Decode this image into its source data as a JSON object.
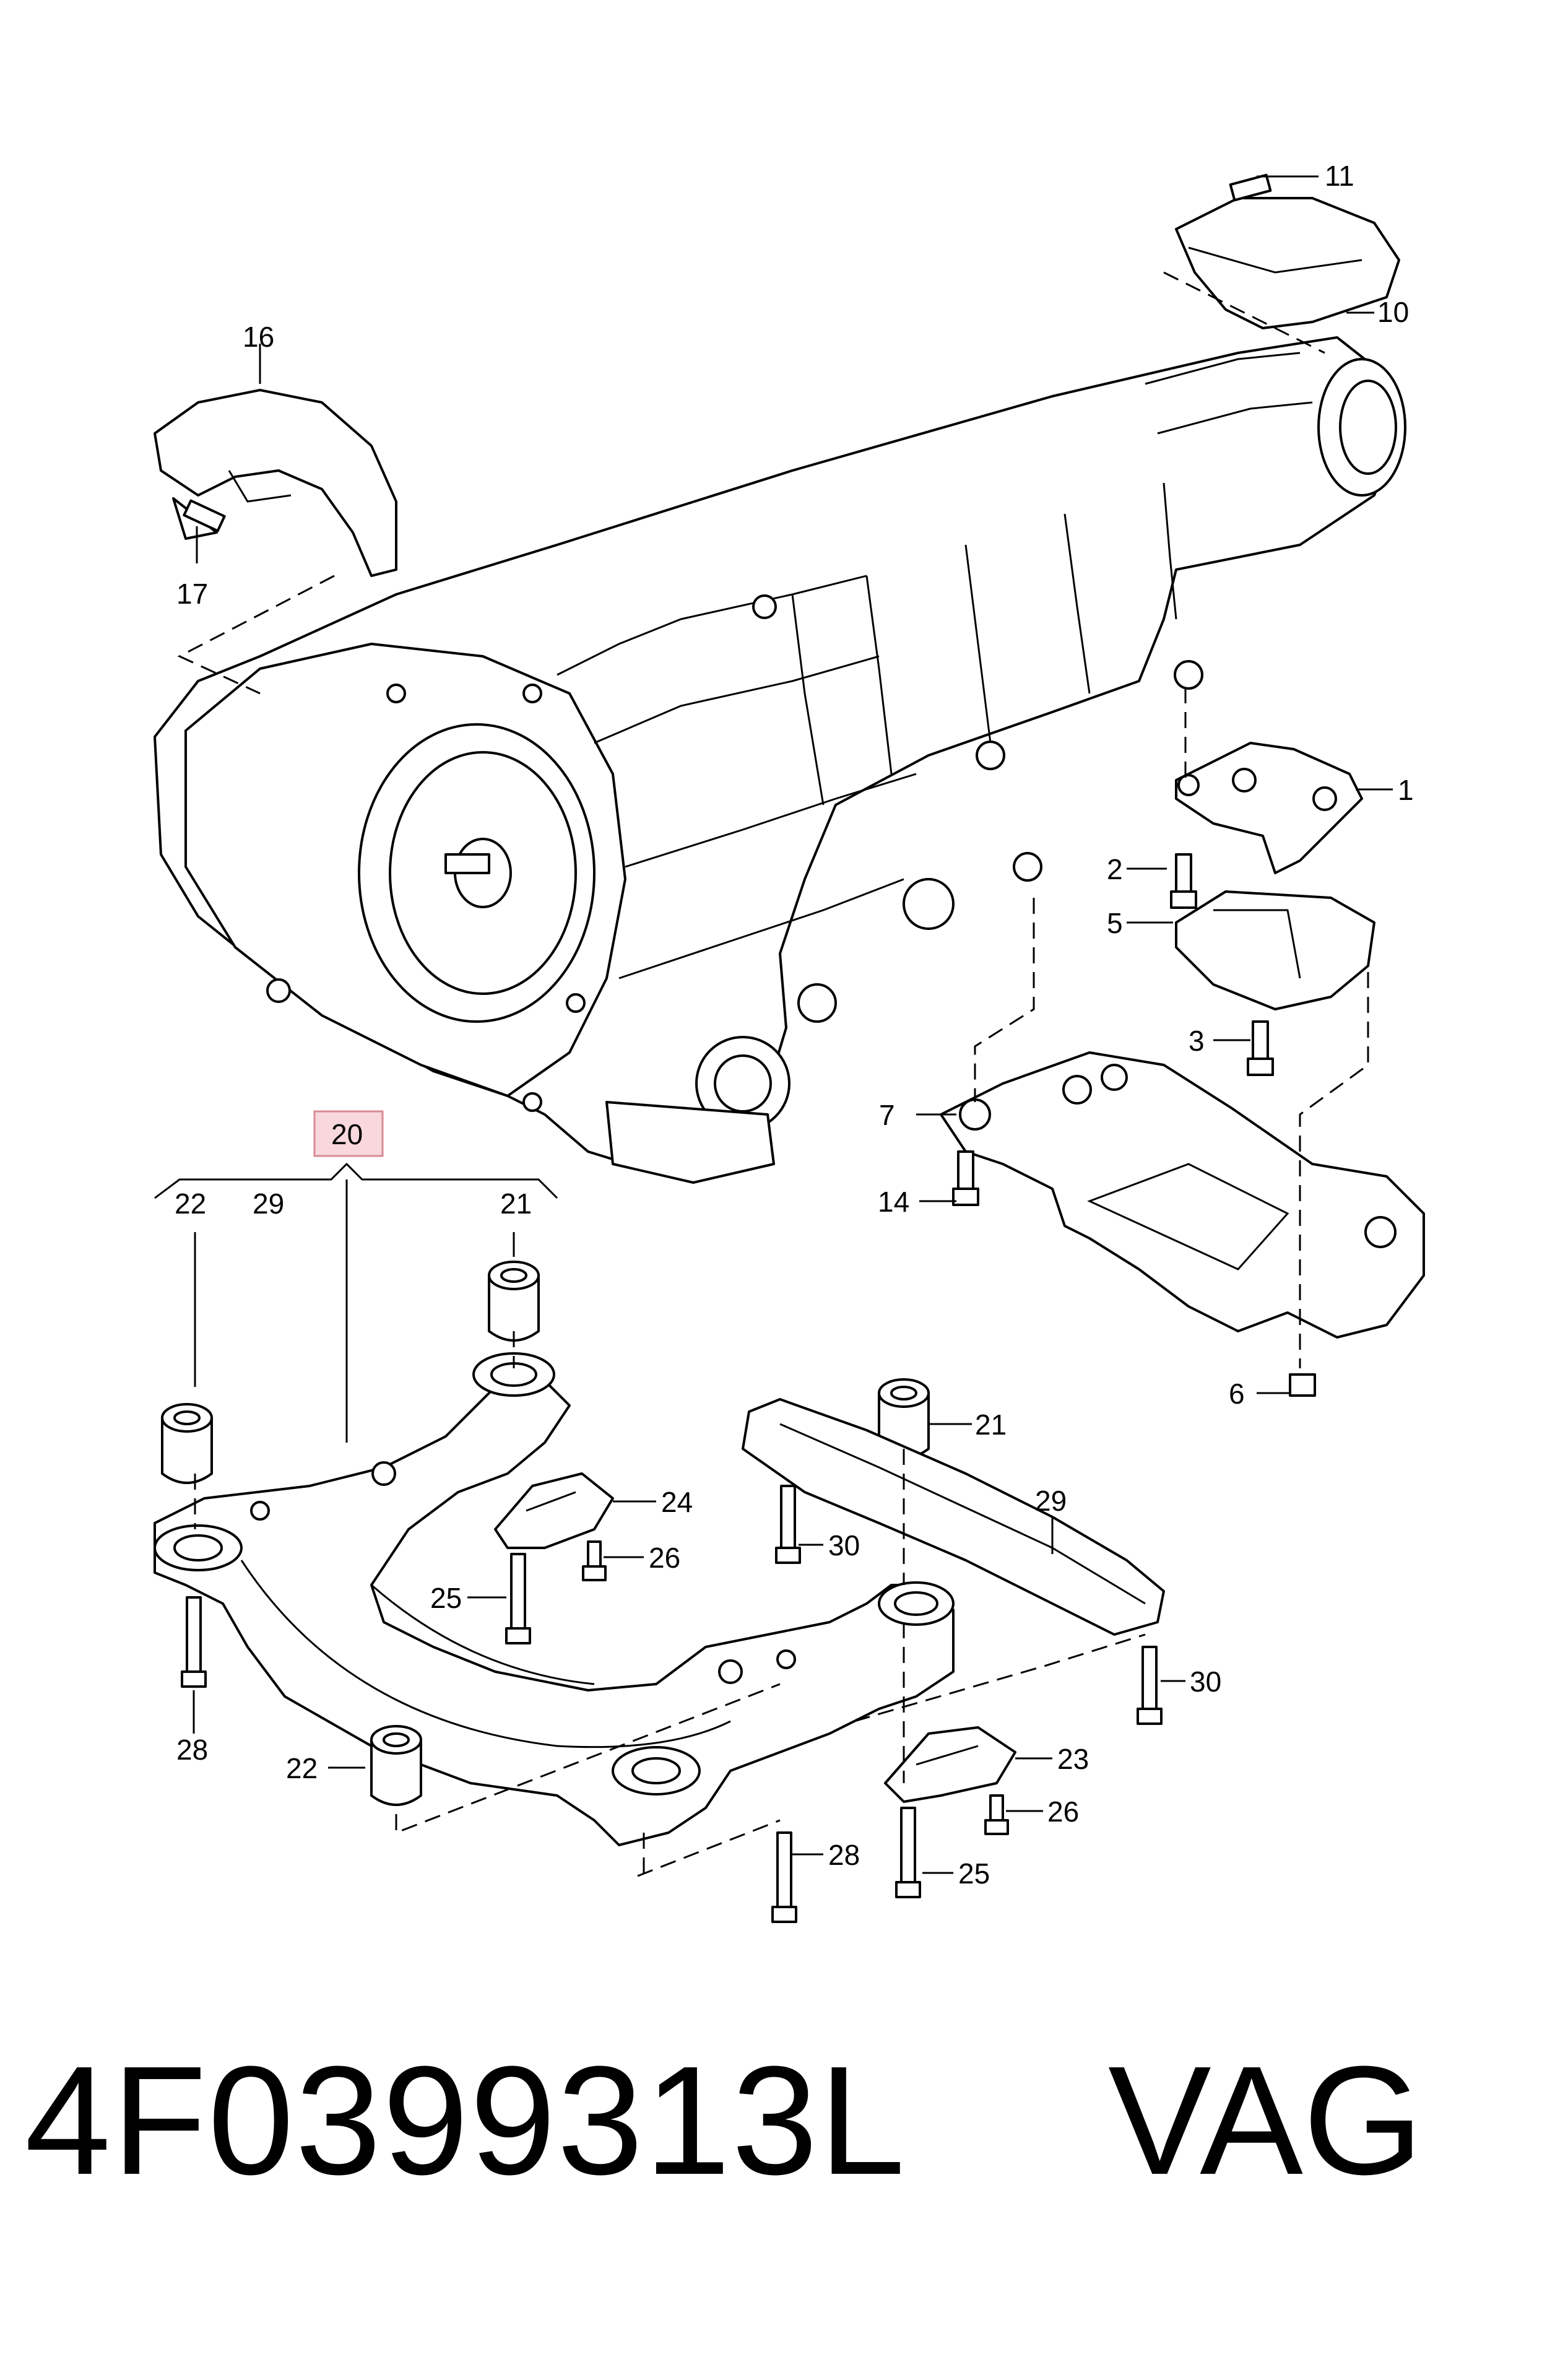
{
  "callouts": {
    "c1": "1",
    "c2": "2",
    "c3": "3",
    "c5": "5",
    "c6": "6",
    "c7": "7",
    "c10": "10",
    "c11": "11",
    "c14": "14",
    "c16": "16",
    "c17": "17",
    "c20": "20",
    "c21a": "21",
    "c21b": "21",
    "c22a": "22",
    "c22b": "22",
    "c23": "23",
    "c24": "24",
    "c25a": "25",
    "c25b": "25",
    "c26a": "26",
    "c26b": "26",
    "c28a": "28",
    "c28b": "28",
    "c29a": "29",
    "c29b": "29",
    "c30a": "30",
    "c30b": "30"
  },
  "footer": {
    "part_number": "4F0399313L",
    "brand": "VAG"
  },
  "colors": {
    "highlight_fill": "#f8d8dc",
    "highlight_stroke": "#d88a96",
    "line": "#000000"
  }
}
